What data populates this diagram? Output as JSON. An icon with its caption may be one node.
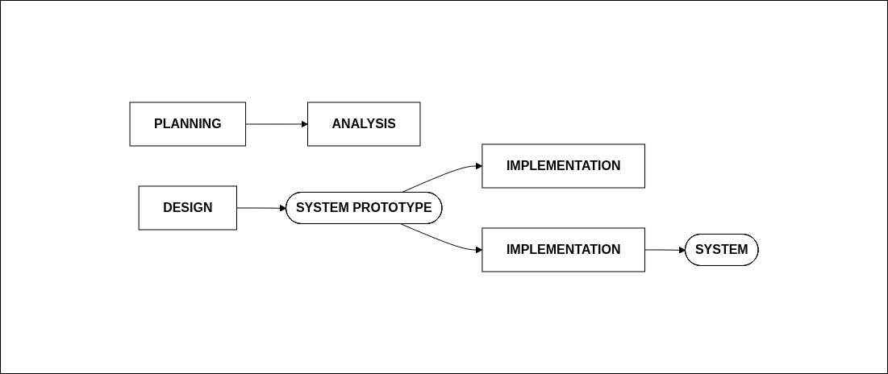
{
  "diagram": {
    "nodes": [
      {
        "text": [
          "PLANNING"
        ]
      },
      {
        "text": [
          "ANALYSIS"
        ]
      },
      {
        "text": [
          "DESIGN"
        ]
      },
      {
        "text": [
          "IMPLEMENTATION"
        ]
      },
      {
        "text": [
          "SYSTEM PROTOTYPE"
        ]
      },
      {
        "text": [
          "IMPLEMENTATION"
        ]
      },
      {
        "text": [
          "SYSTEM"
        ]
      }
    ],
    "edges": [
      {
        "from": 0,
        "to": 1,
        "arrow": "to"
      },
      {
        "from": 2,
        "to": 4,
        "arrow": "to"
      },
      {
        "from": 4,
        "to": 3,
        "arrow": "to"
      },
      {
        "from": 4,
        "to": 5,
        "arrow": "to"
      },
      {
        "from": 5,
        "to": 6,
        "arrow": "to"
      }
    ]
  }
}
